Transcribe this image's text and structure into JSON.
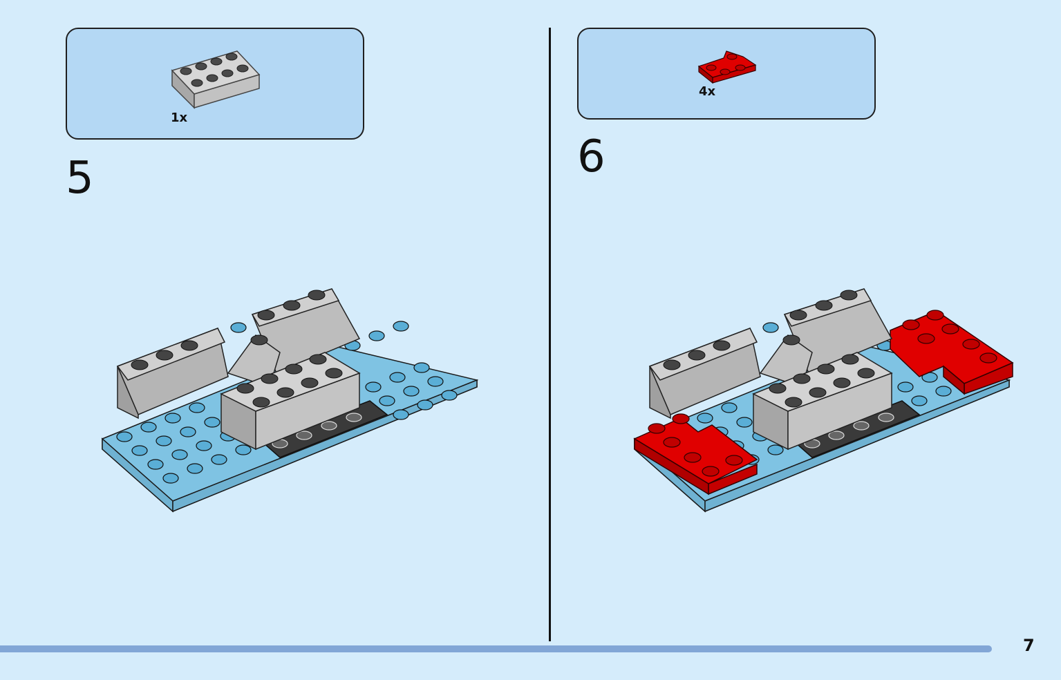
{
  "steps": [
    {
      "number": "5",
      "part_quantity": "1x",
      "part": "light-gray-2x4-brick"
    },
    {
      "number": "6",
      "part_quantity": "4x",
      "part": "red-corner-plate"
    }
  ],
  "page_number": "7",
  "colors": {
    "background": "#d5ecfb",
    "parts_box": "#b4d8f4",
    "gray_brick": "#c8c8c8",
    "blue_plate": "#7fc3e3",
    "red_plate": "#e00000",
    "dark_base": "#2a2a2a",
    "bottom_bar": "#82a6d6"
  }
}
